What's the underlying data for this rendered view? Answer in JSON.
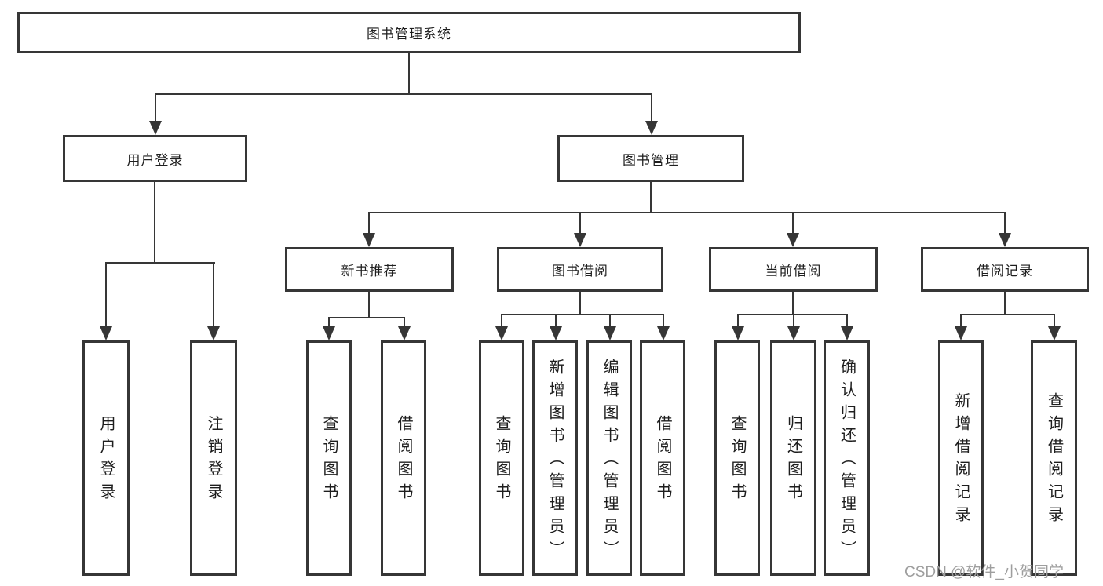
{
  "diagram": {
    "title_note": "library management system function structure diagram",
    "colors": {
      "line": "#363636",
      "text": "#1e1e1e",
      "background": "#ffffff",
      "watermark": "#9e9e9e"
    },
    "root": {
      "label": "图书管理系统"
    },
    "level2": [
      {
        "label": "用户登录"
      },
      {
        "label": "图书管理"
      }
    ],
    "level3": [
      {
        "label": "新书推荐"
      },
      {
        "label": "图书借阅"
      },
      {
        "label": "当前借阅"
      },
      {
        "label": "借阅记录"
      }
    ],
    "leaves": [
      {
        "label": "用户登录"
      },
      {
        "label": "注销登录"
      },
      {
        "label": "查询图书"
      },
      {
        "label": "借阅图书"
      },
      {
        "label": "查询图书"
      },
      {
        "label": "新增图书（管理员）"
      },
      {
        "label": "编辑图书（管理员）"
      },
      {
        "label": "借阅图书"
      },
      {
        "label": "查询图书"
      },
      {
        "label": "归还图书"
      },
      {
        "label": "确认归还（管理员）"
      },
      {
        "label": "新增借阅记录"
      },
      {
        "label": "查询借阅记录"
      }
    ]
  },
  "watermark": {
    "text": "CSDN @软件_小贺同学"
  }
}
